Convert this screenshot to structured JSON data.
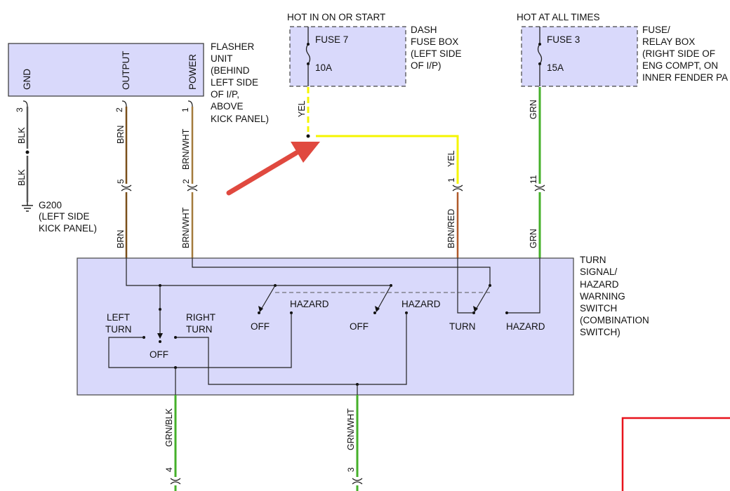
{
  "flasher": {
    "pins": [
      "GND",
      "OUTPUT",
      "POWER"
    ],
    "pin_numbers": [
      "3",
      "2",
      "1"
    ],
    "desc": [
      "FLASHER",
      "UNIT",
      "(BEHIND",
      "LEFT SIDE",
      "OF I/P,",
      "ABOVE",
      "KICK PANEL)"
    ]
  },
  "fuse7": {
    "header": "HOT IN ON OR START",
    "name": "FUSE 7",
    "rating": "10A",
    "desc": [
      "DASH",
      "FUSE BOX",
      "(LEFT SIDE",
      "OF I/P)"
    ]
  },
  "fuse3": {
    "header": "HOT AT ALL TIMES",
    "name": "FUSE 3",
    "rating": "15A",
    "desc": [
      "FUSE/",
      "RELAY BOX",
      "(RIGHT SIDE OF",
      "ENG COMPT, ON",
      "INNER FENDER PA"
    ]
  },
  "wires": {
    "gnd_upper": "BLK",
    "gnd_lower": "BLK",
    "output_upper": "BRN",
    "output_lower": "BRN",
    "power_upper": "BRN/WHT",
    "power_lower": "BRN/WHT",
    "fuse7_out": "YEL",
    "yel_down": "YEL",
    "turn_in": "BRN/RED",
    "fuse3_upper": "GRN",
    "fuse3_lower": "GRN",
    "left_out": "GRN/BLK",
    "right_out": "GRN/WHT"
  },
  "connectors": {
    "output": "5",
    "power": "2",
    "yel": "1",
    "grn": "11",
    "left_out": "4",
    "right_out": "3"
  },
  "ground": {
    "name": "G200",
    "desc": [
      "(LEFT SIDE",
      "KICK PANEL)"
    ]
  },
  "switch": {
    "desc": [
      "TURN",
      "SIGNAL/",
      "HAZARD",
      "WARNING",
      "SWITCH",
      "(COMBINATION",
      "SWITCH)"
    ],
    "left_turn": [
      "LEFT",
      "TURN"
    ],
    "right_turn": [
      "RIGHT",
      "TURN"
    ],
    "off_turn": "OFF",
    "hazard_1": "HAZARD",
    "off_1": "OFF",
    "hazard_2": "HAZARD",
    "off_2": "OFF",
    "turn": "TURN",
    "hazard_3": "HAZARD"
  },
  "colors": {
    "box_fill": "#d9d9fb",
    "yellow_wire": "#f5f500",
    "green_wire": "#45b02a",
    "brown_wire": "#8a5a1c",
    "arrow": "#e0493f",
    "red_box": "#e8131c"
  }
}
